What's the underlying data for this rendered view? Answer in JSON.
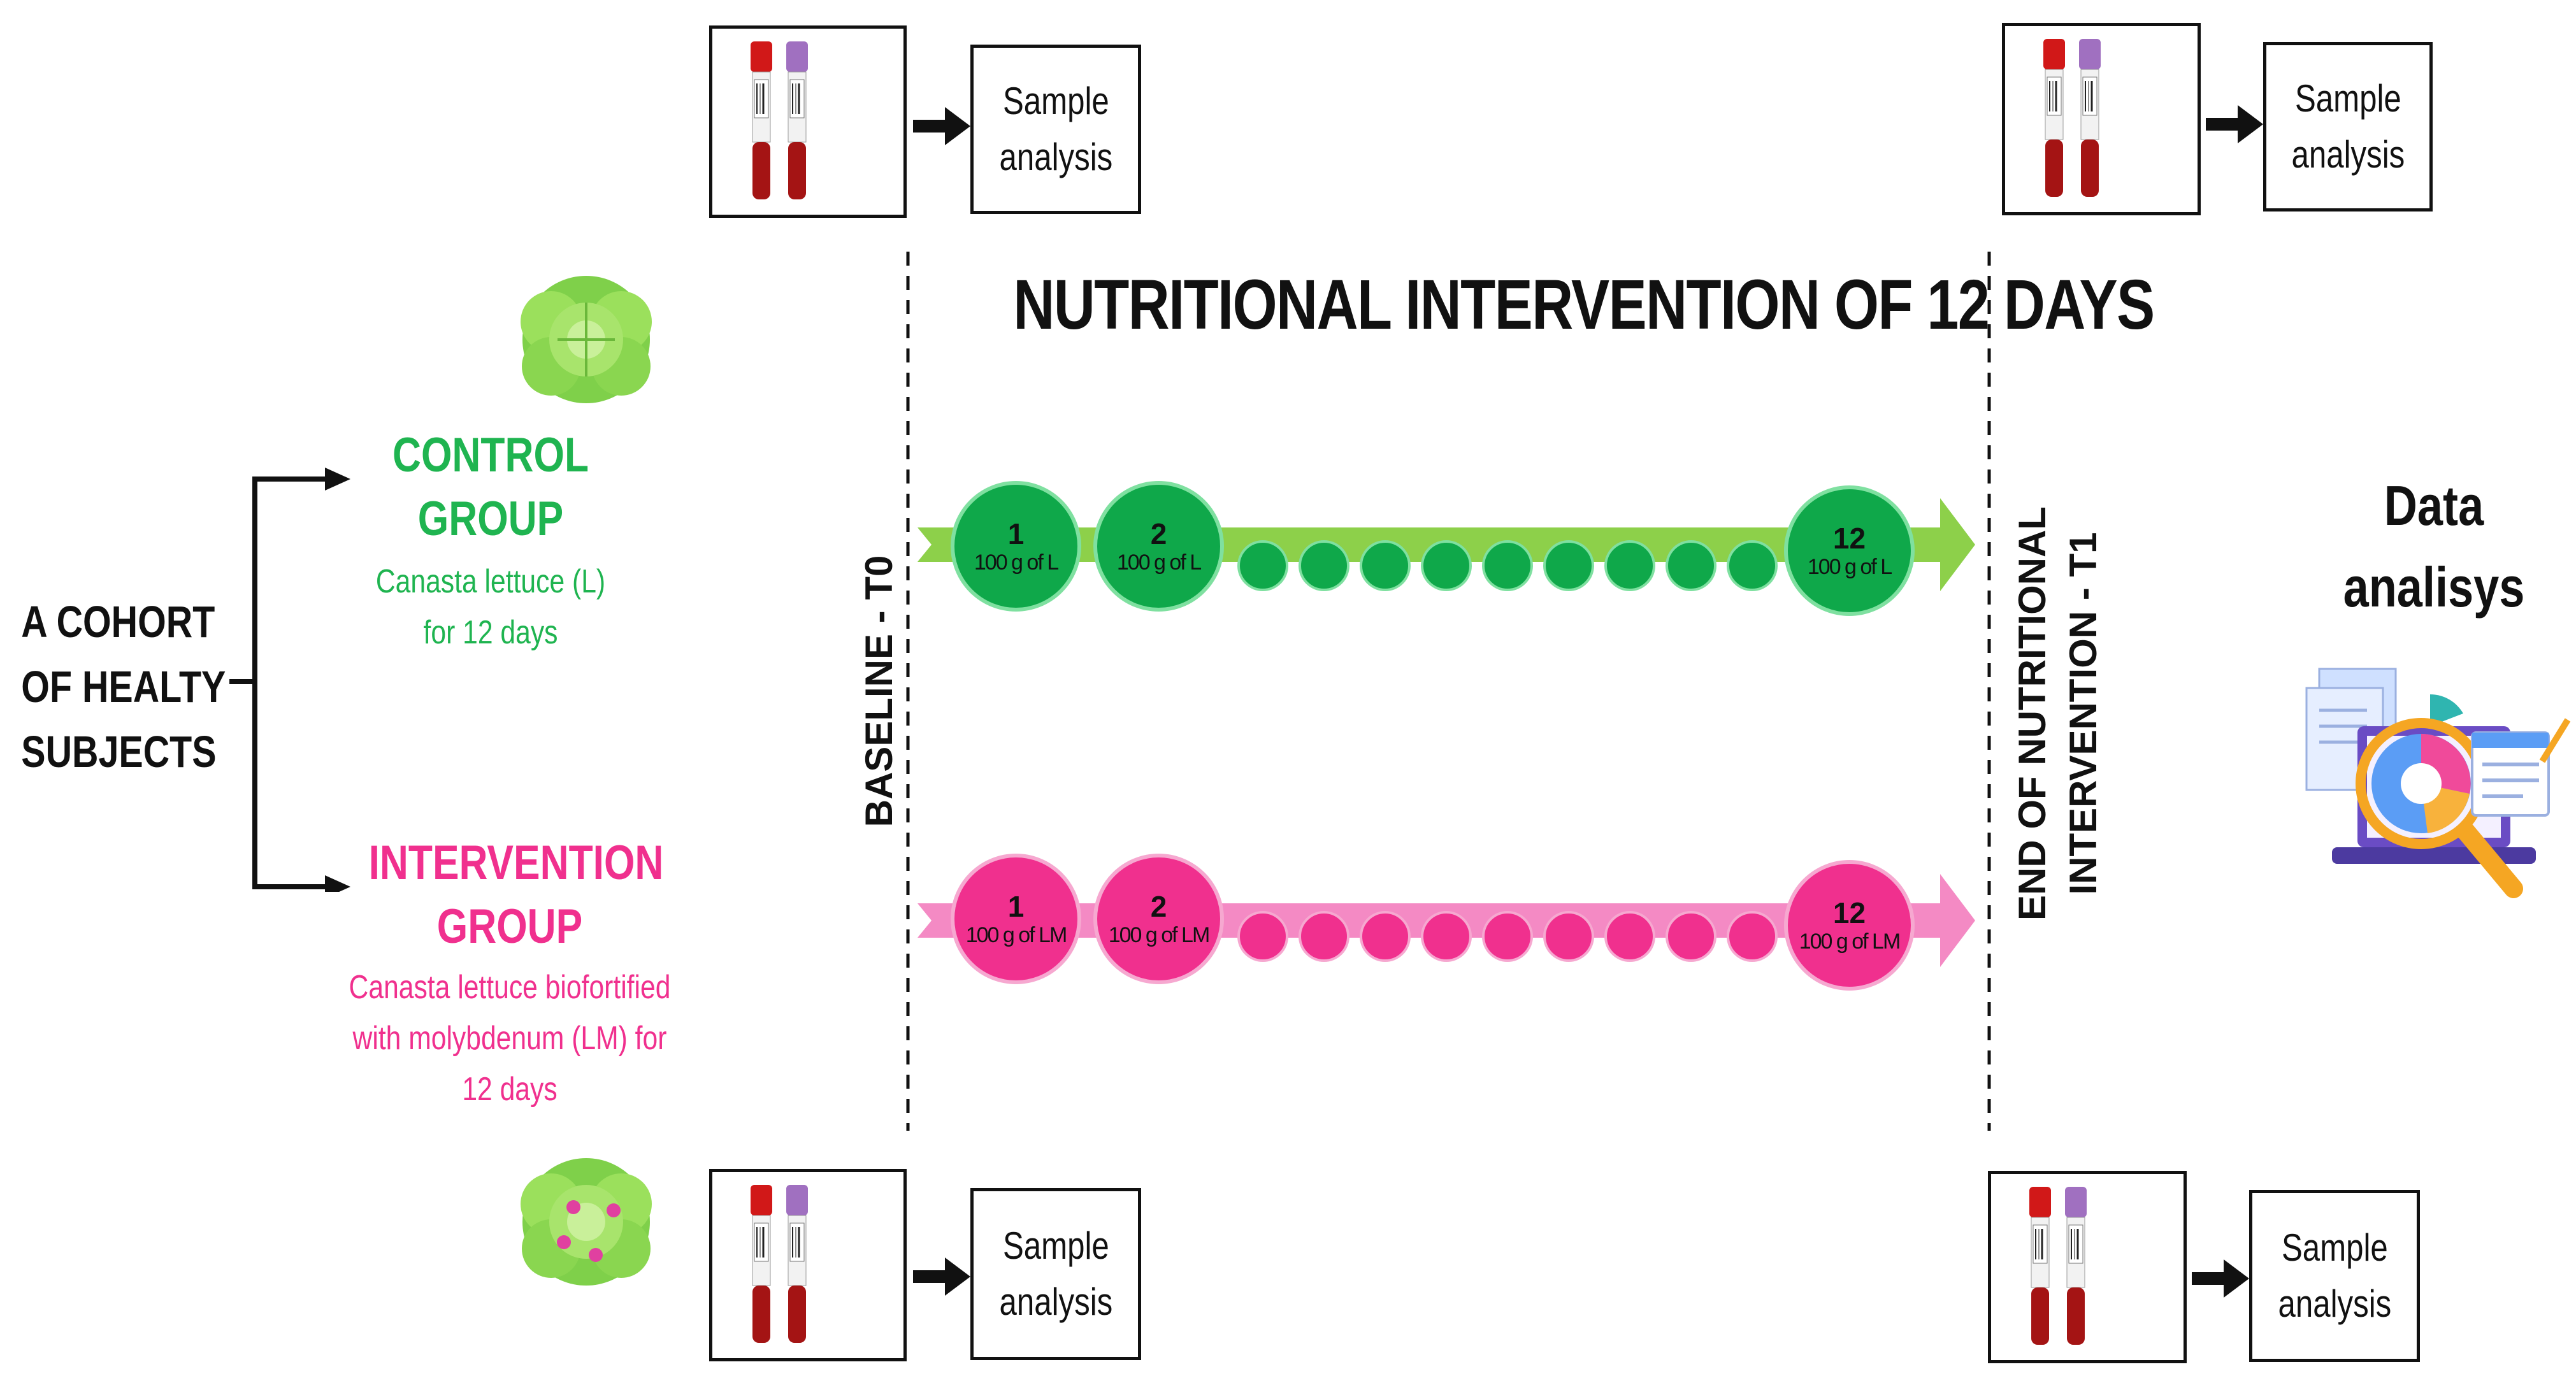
{
  "cohort": {
    "lines": [
      "A COHORT",
      "OF HEALTY",
      "SUBJECTS"
    ]
  },
  "control_group": {
    "title_lines": [
      "CONTROL",
      "GROUP"
    ],
    "desc_lines": [
      "Canasta lettuce (L)",
      "for 12 days"
    ],
    "color": "#1fb450"
  },
  "intervention_group": {
    "title_lines": [
      "INTERVENTION",
      "GROUP"
    ],
    "desc_lines": [
      "Canasta lettuce biofortified",
      "with molybdenum (LM) for",
      "12 days"
    ],
    "color": "#f0308e"
  },
  "title": "NUTRITIONAL INTERVENTION OF 12 DAYS",
  "baseline_label": "BASELINE - T0",
  "end_label_lines": [
    "END OF NUTRITIONAL",
    "INTERVENTION - T1"
  ],
  "sample_analysis_lines": [
    "Sample",
    "analysis"
  ],
  "data_analysis_lines": [
    "Data",
    "analisys"
  ],
  "timeline_control": {
    "days": [
      {
        "num": "1",
        "dose": "100 g of L"
      },
      {
        "num": "2",
        "dose": "100 g of L"
      },
      {
        "num": "12",
        "dose": "100 g of L"
      }
    ],
    "small_dots": 9
  },
  "timeline_intervention": {
    "days": [
      {
        "num": "1",
        "dose": "100 g of LM"
      },
      {
        "num": "2",
        "dose": "100 g of LM"
      },
      {
        "num": "12",
        "dose": "100 g of LM"
      }
    ],
    "small_dots": 9
  },
  "colors": {
    "green_dark": "#0fa84a",
    "green_light": "#8dd04a",
    "pink_dark": "#f0308e",
    "pink_light": "#f48ac4",
    "tube_red": "#c41a1a",
    "tube_purple": "#a070c0"
  }
}
